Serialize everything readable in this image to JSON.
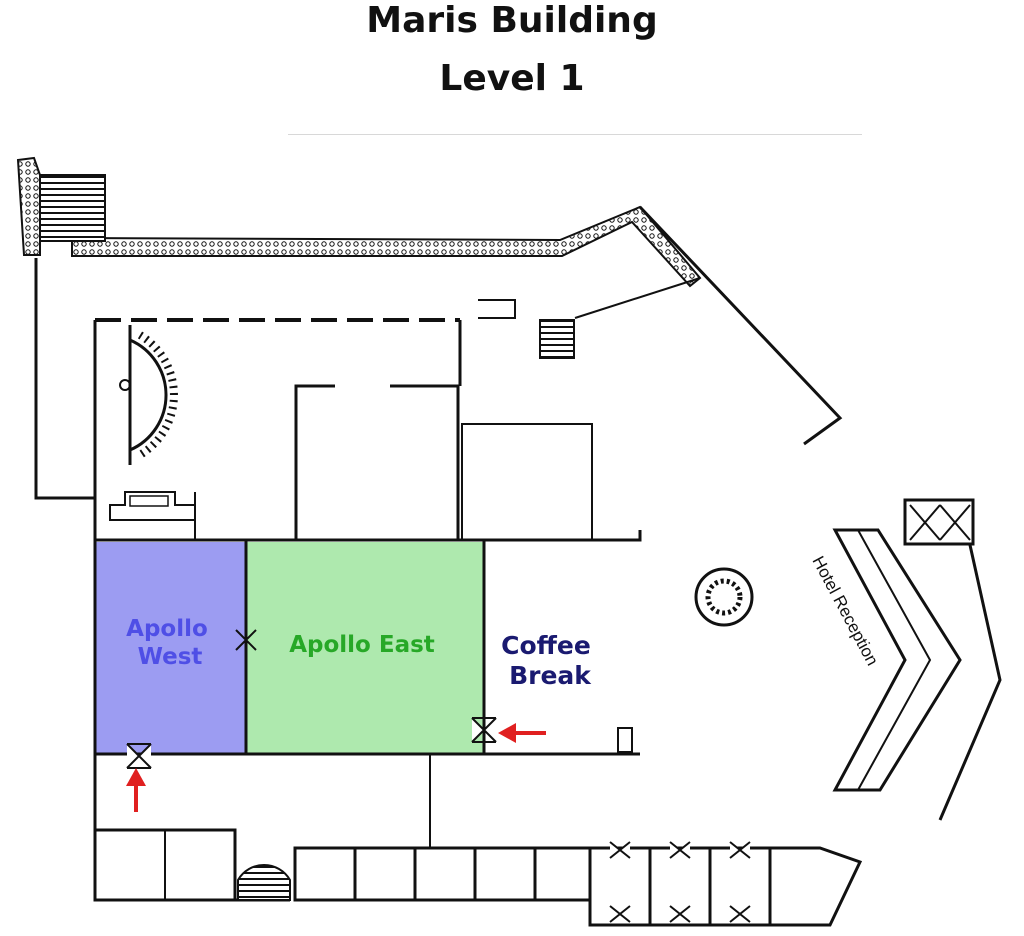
{
  "header": {
    "building": "Maris Building",
    "level": "Level 1"
  },
  "rooms": {
    "apollo_west": {
      "line1": "Apollo",
      "line2": "West",
      "fill": "#9c9cf2",
      "text_color": "#4f4fe6"
    },
    "apollo_east": {
      "label": "Apollo East",
      "fill": "#aee9ae",
      "text_color": "#27a827"
    },
    "coffee_break": {
      "line1": "Coffee",
      "line2": "Break",
      "text_color": "#1a1a70"
    }
  },
  "labels": {
    "hotel_reception": "Hotel Reception"
  },
  "colors": {
    "arrow": "#e02020",
    "wall": "#111111"
  }
}
